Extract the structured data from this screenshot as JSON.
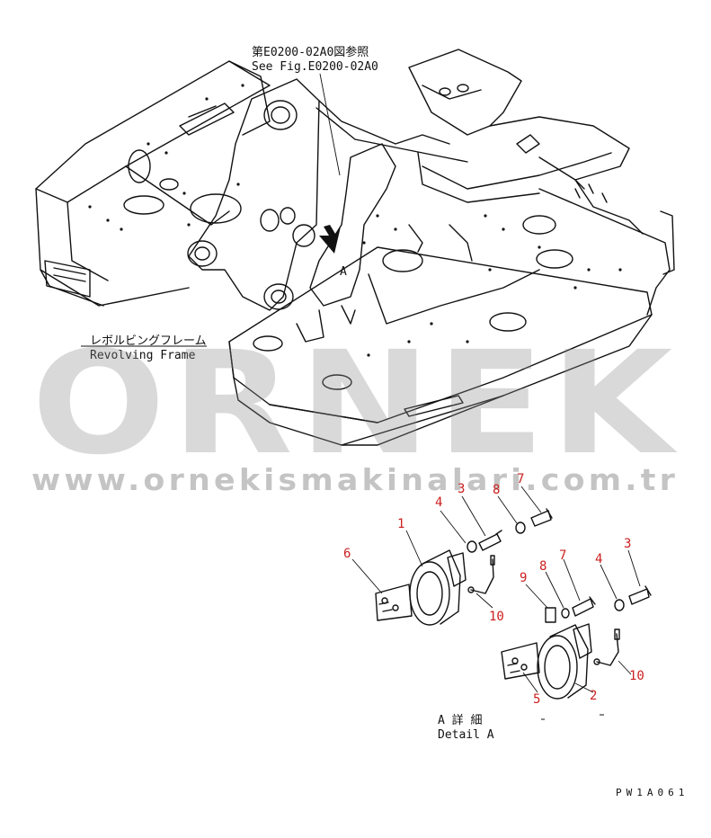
{
  "callouts": {
    "ref_jp": "第E0200-02A0図参照",
    "ref_en": "See Fig.E0200-02A0",
    "frame_jp": "レボルビングフレーム",
    "frame_en": "Revolving Frame",
    "view_letter": "A",
    "detail_jp": "A 詳 細",
    "detail_en": "Detail A"
  },
  "part_numbers": {
    "upper_horn": {
      "horn": "1",
      "bolt": "3",
      "lock_washer": "4",
      "flat_washer": "8",
      "bolt_short": "7",
      "bracket_nuts": "6",
      "wire": "10"
    },
    "lower_horn": {
      "horn": "2",
      "bolt": "3",
      "lock_washer": "4",
      "flat_washer": "8",
      "bolt_short": "7",
      "terminal": "9",
      "bracket_nuts": "5",
      "wire": "10"
    }
  },
  "watermark": {
    "brand": "ORNEK",
    "url": "www.ornekismakinalari.com.tr"
  },
  "drawing_code": "PW1A061",
  "colors": {
    "line": "#111111",
    "part_number": "#cc1f1f",
    "watermark": "#8b8b8b"
  }
}
